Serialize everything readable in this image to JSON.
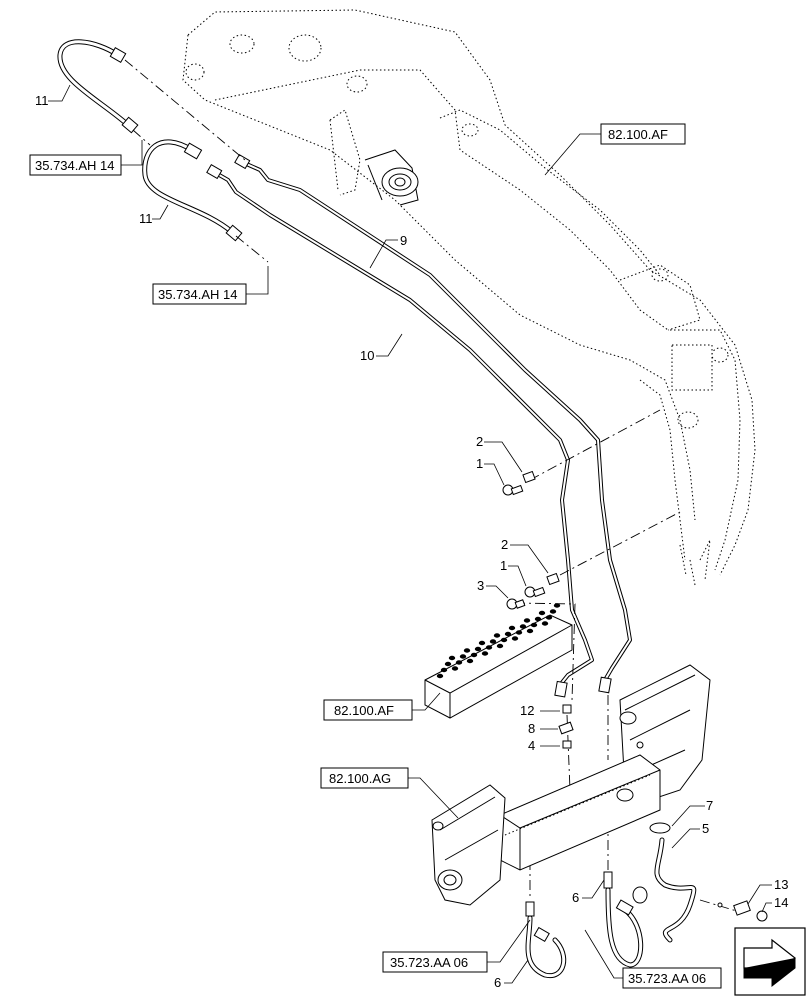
{
  "callouts": {
    "c1": "11",
    "c2": "11",
    "c3": "9",
    "c4": "10",
    "c5": "2",
    "c6": "1",
    "c7": "2",
    "c8": "1",
    "c9": "3",
    "c10": "12",
    "c11": "8",
    "c12": "4",
    "c13": "7",
    "c14": "5",
    "c15": "6",
    "c16": "6",
    "c17": "13",
    "c18": "14"
  },
  "references": {
    "r1": "35.734.AH 14",
    "r2": "35.734.AH 14",
    "r3": "82.100.AF",
    "r4": "82.100.AF",
    "r5": "82.100.AG",
    "r6": "35.723.AA 06",
    "r7": "35.723.AA 06"
  },
  "nav": {
    "icon": "page-forward-arrow-icon"
  }
}
